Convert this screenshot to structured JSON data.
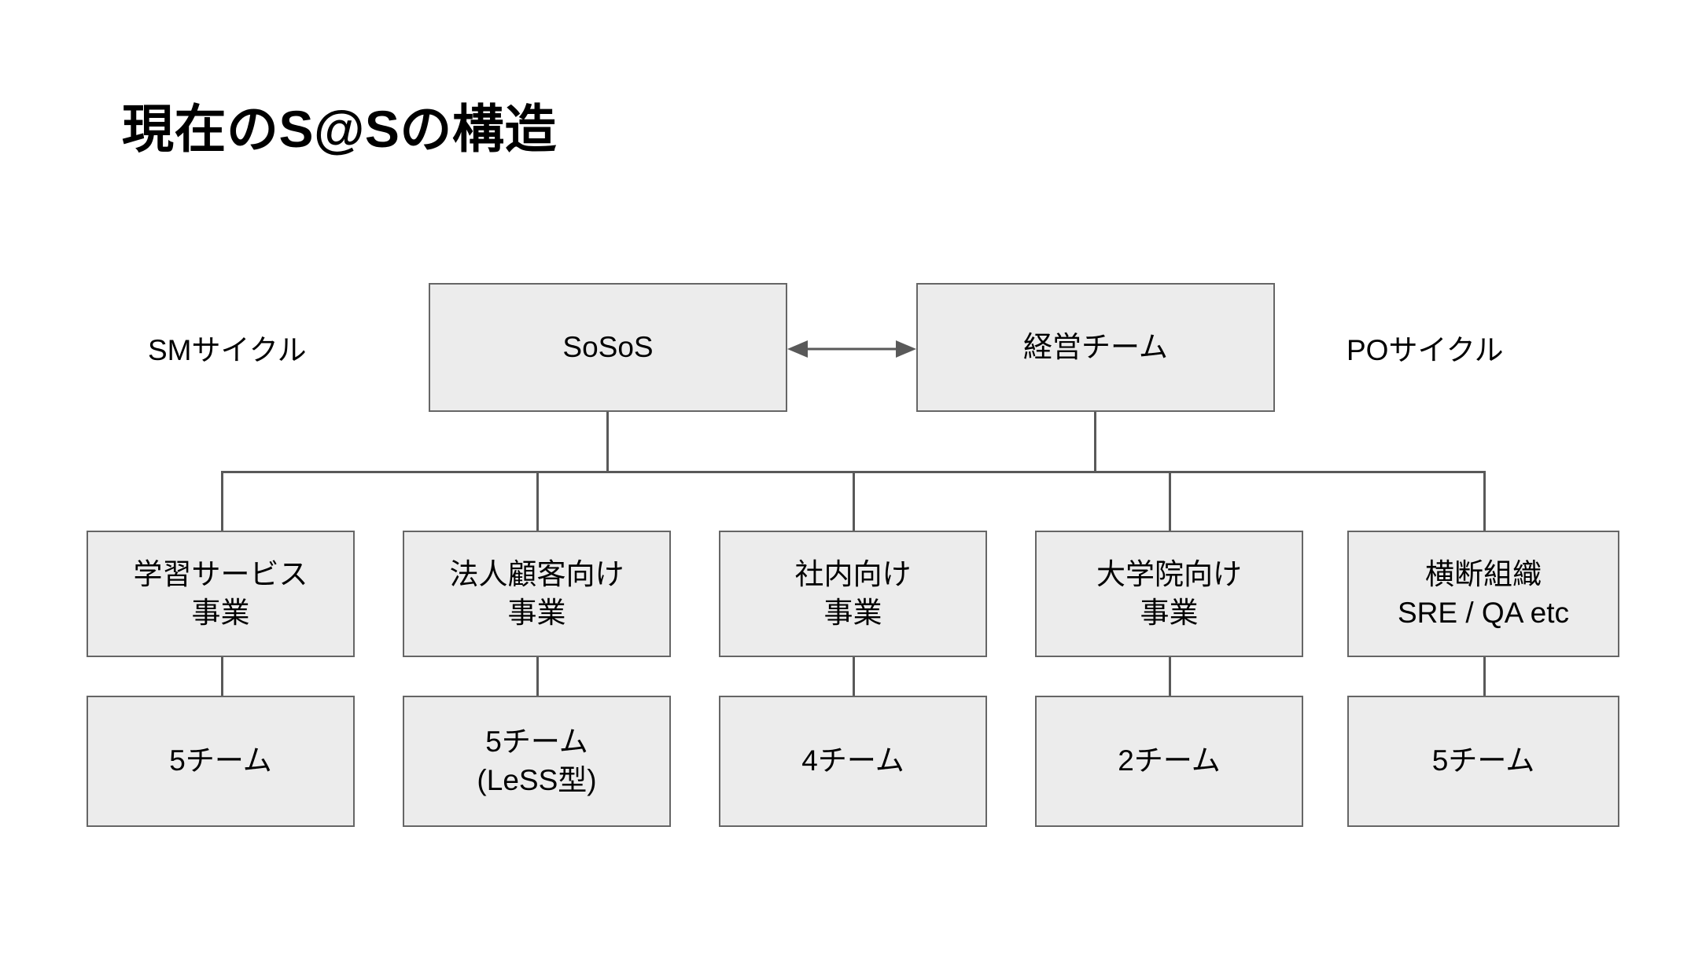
{
  "slide": {
    "title": "現在のS@Sの構造",
    "background_color": "#ffffff",
    "box_fill": "#ececec",
    "box_border": "#666666",
    "connector_color": "#595959",
    "text_color": "#000000"
  },
  "side_labels": {
    "left": "SMサイクル",
    "right": "POサイクル"
  },
  "top_row": [
    {
      "id": "sosos",
      "label": "SoSoS"
    },
    {
      "id": "mgmt",
      "label": "経営チーム"
    }
  ],
  "relation": {
    "from": "SoSoS",
    "to": "経営チーム",
    "type": "double-arrow",
    "icon": "double-headed-arrow-icon"
  },
  "business_units": [
    {
      "label": "学習サービス\n事業",
      "teams": "5チーム"
    },
    {
      "label": "法人顧客向け\n事業",
      "teams": "5チーム\n(LeSS型)"
    },
    {
      "label": "社内向け\n事業",
      "teams": "4チーム"
    },
    {
      "label": "大学院向け\n事業",
      "teams": "2チーム"
    },
    {
      "label": "横断組織\nSRE / QA etc",
      "teams": "5チーム"
    }
  ]
}
